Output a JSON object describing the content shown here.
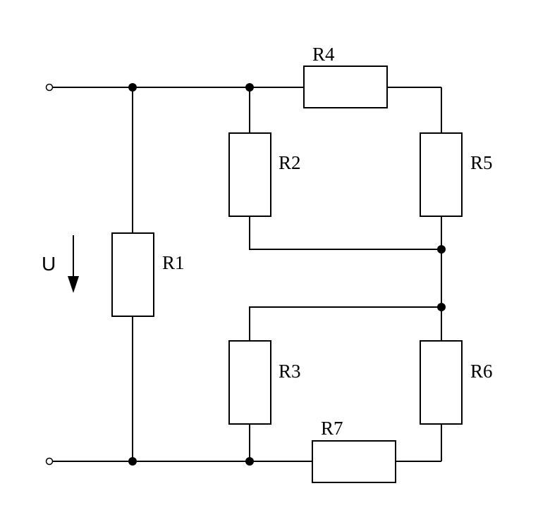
{
  "diagram": {
    "voltage_label": "U",
    "resistors": [
      {
        "id": "R1",
        "label": "R1"
      },
      {
        "id": "R2",
        "label": "R2"
      },
      {
        "id": "R3",
        "label": "R3"
      },
      {
        "id": "R4",
        "label": "R4"
      },
      {
        "id": "R5",
        "label": "R5"
      },
      {
        "id": "R6",
        "label": "R6"
      },
      {
        "id": "R7",
        "label": "R7"
      }
    ]
  }
}
